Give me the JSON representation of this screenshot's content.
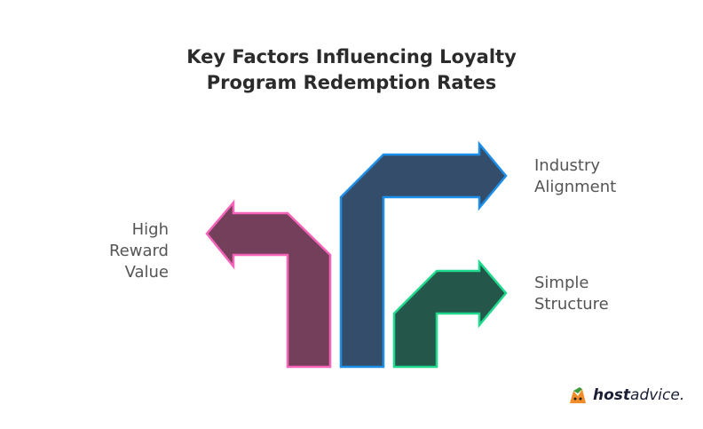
{
  "title": {
    "line1": "Key Factors Influencing Loyalty",
    "line2": "Program Redemption Rates"
  },
  "factors": [
    {
      "label_lines": [
        "High",
        "Reward",
        "Value"
      ],
      "direction": "left",
      "fill": "#743F5A",
      "stroke": "#F564B8"
    },
    {
      "label_lines": [
        "Industry",
        "Alignment"
      ],
      "direction": "right",
      "fill": "#334D6A",
      "stroke": "#1E8FE8"
    },
    {
      "label_lines": [
        "Simple",
        "Structure"
      ],
      "direction": "right",
      "fill": "#24564A",
      "stroke": "#1FD98E"
    }
  ],
  "brand": {
    "bold": "host",
    "rest": "advice."
  }
}
